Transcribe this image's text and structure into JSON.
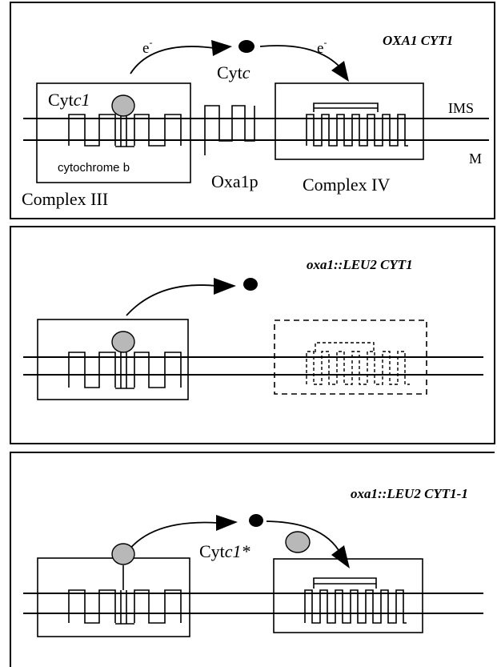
{
  "panels": [
    {
      "strain": "OXA1 CYT1",
      "electron_left": "e",
      "electron_right": "e",
      "electron_superscript": "-",
      "cytc_prefix": "Cyt",
      "cytc_suffix": "c",
      "cytc1_prefix": "Cyt",
      "cytc1_suffix": "c1",
      "cytochrome_b": "cytochrome b",
      "complex_iii": "Complex III",
      "oxa1p": "Oxa1p",
      "complex_iv": "Complex IV",
      "ims": "IMS",
      "m": "M"
    },
    {
      "strain": "oxa1::LEU2 CYT1"
    },
    {
      "strain": "oxa1::LEU2 CYT1-1",
      "cytc1_mut_prefix": "Cyt",
      "cytc1_mut_suffix": "c1*"
    }
  ]
}
